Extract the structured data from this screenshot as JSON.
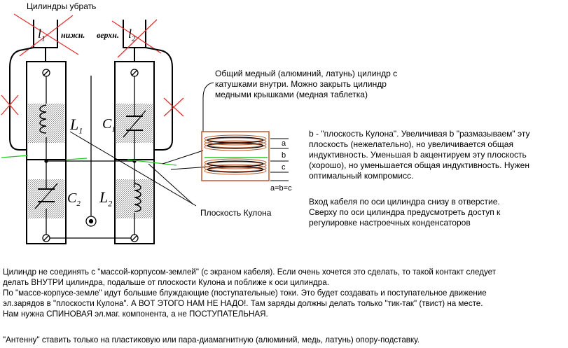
{
  "labels": {
    "remove_cylinders": "Цилиндры убрать",
    "l1": "l",
    "l1_sub": "1",
    "l2": "l",
    "l2_sub": "2",
    "lower": "нижн.",
    "upper": "верхн.",
    "L1": "L",
    "L1_sub": "1",
    "L2": "L",
    "L2_sub": "2",
    "C1": "C",
    "C1_sub": "1",
    "C2": "C",
    "C2_sub": "2",
    "coulomb_plane": "Плоскость Кулона",
    "gap_a": "a",
    "gap_b": "b",
    "gap_c": "c",
    "gap_eq": "a=b=c"
  },
  "notes": {
    "cylinder": [
      "Общий медный (алюминий, латунь) цилиндр с",
      "катушками внутри. Можно закрыть цилиндр",
      "медными крышками (медная таблетка)"
    ],
    "plane_b": [
      "b - \"плоскость Кулона\". Увеличивая b \"размазываем\" эту",
      "плоскость (нежелательно), но увеличивается общая",
      "индуктивность. Уменьшая b акцентируем эту плоскость",
      "(хорошо), но уменьшается общая индуктивность. Нужен",
      "оптимальный компромисс."
    ],
    "cable": [
      "Вход кабеля по оси цилиндра снизу в отверстие.",
      "Сверху по оси цилиндра предусмотреть доступ к",
      "регулировке настроечных конденсаторов"
    ],
    "bottom": [
      "Цилиндр не соединять с \"массой-корпусом-землей\" (с экраном кабеля). Если очень хочется это сделать, то такой контакт следует",
      "делать ВНУТРИ цилиндра, подальше от плоскости Кулона и поближе к оси цилиндра.",
      "По \"массе-корпусе-земле\" идут большие блуждающие (поступательные) токи. Это будет создавать и поступательное движение",
      "эл.зарядов в \"плоскости Кулона\". А ВОТ ЭТОГО НАМ НЕ НАДО!. Там заряды должны делать только \"тик-так\" (твист) на месте.",
      "Нам нужна СПИНОВАЯ эл.маг. компонента, а не ПОСТУПАТЕЛЬНАЯ."
    ],
    "antenna": "\"Антенну\" ставить только на пластиковую или пара-диамагнитную (алюминий, медь, латунь) опору-подставку."
  },
  "colors": {
    "line": "#000000",
    "cross": "#e53030",
    "plane": "#22cc22",
    "coil": "#c05828",
    "hatch": "#999999"
  }
}
